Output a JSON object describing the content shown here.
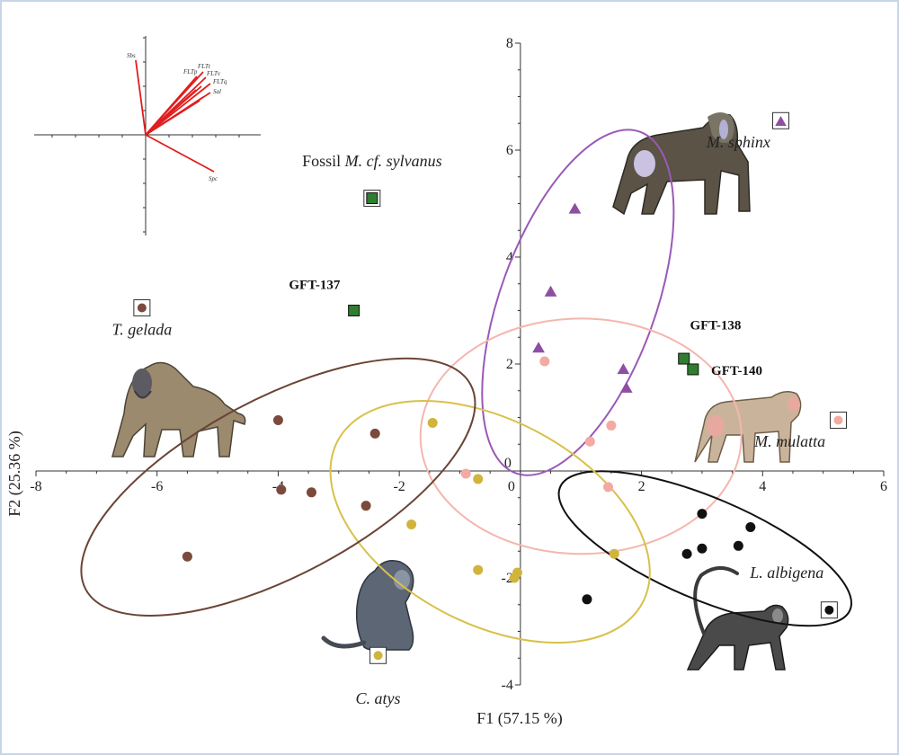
{
  "chart_data": {
    "type": "scatter",
    "title": "",
    "xlabel": "F1 (57.15 %)",
    "ylabel": "F2 (25.36 %)",
    "xlim": [
      -8,
      6
    ],
    "ylim": [
      -4,
      8
    ],
    "xticks": [
      -8,
      -6,
      -4,
      -2,
      0,
      2,
      4,
      6
    ],
    "yticks": [
      -4,
      -2,
      0,
      2,
      4,
      6,
      8
    ],
    "grid": false,
    "series": [
      {
        "name": "M. sphinx",
        "marker": "triangle",
        "color": "#8e4fa3",
        "ellipse_color": "#9b59b6",
        "points": [
          [
            0.9,
            4.9
          ],
          [
            0.5,
            3.35
          ],
          [
            0.3,
            2.3
          ],
          [
            1.7,
            1.9
          ],
          [
            1.75,
            1.55
          ]
        ],
        "ellipse": {
          "cx": 0.95,
          "cy": 3.15,
          "rx": 3.0,
          "ry": 1.45,
          "angle_deg": 70
        }
      },
      {
        "name": "M. mulatta",
        "marker": "circle",
        "color": "#f2aaa2",
        "ellipse_color": "#f4b6ae",
        "points": [
          [
            0.4,
            2.05
          ],
          [
            1.5,
            0.85
          ],
          [
            1.15,
            0.55
          ],
          [
            -0.9,
            -0.05
          ],
          [
            1.45,
            -0.3
          ]
        ],
        "ellipse": {
          "cx": 1.0,
          "cy": 0.65,
          "rx": 2.65,
          "ry": 2.2,
          "angle_deg": 0
        }
      },
      {
        "name": "L. albigena",
        "marker": "circle",
        "color": "#111111",
        "ellipse_color": "#111111",
        "points": [
          [
            3.0,
            -0.8
          ],
          [
            3.8,
            -1.05
          ],
          [
            2.75,
            -1.55
          ],
          [
            3.0,
            -1.45
          ],
          [
            3.6,
            -1.4
          ],
          [
            1.1,
            -2.4
          ]
        ],
        "ellipse": {
          "cx": 3.05,
          "cy": -1.45,
          "rx": 2.6,
          "ry": 0.95,
          "angle_deg": -23
        }
      },
      {
        "name": "C. atys",
        "marker": "circle",
        "color": "#d1b43c",
        "ellipse_color": "#d9c04a",
        "points": [
          [
            -1.45,
            0.9
          ],
          [
            -0.7,
            -0.15
          ],
          [
            -1.8,
            -1.0
          ],
          [
            -0.7,
            -1.85
          ],
          [
            -0.05,
            -1.9
          ],
          [
            -0.1,
            -2.0
          ],
          [
            1.55,
            -1.55
          ]
        ],
        "ellipse": {
          "cx": -0.5,
          "cy": -0.95,
          "rx": 2.85,
          "ry": 1.9,
          "angle_deg": -28
        }
      },
      {
        "name": "T. gelada",
        "marker": "circle",
        "color": "#7b4a3d",
        "ellipse_color": "#6b4436",
        "points": [
          [
            -4.0,
            0.95
          ],
          [
            -2.4,
            0.7
          ],
          [
            -3.95,
            -0.35
          ],
          [
            -3.45,
            -0.4
          ],
          [
            -2.55,
            -0.65
          ],
          [
            -5.5,
            -1.6
          ]
        ],
        "ellipse": {
          "cx": -4.0,
          "cy": -0.3,
          "rx": 3.6,
          "ry": 1.65,
          "angle_deg": 28
        }
      }
    ],
    "legend": [
      {
        "label": "M. sphinx",
        "marker": "triangle",
        "color": "#8e4fa3",
        "x": 4.3,
        "y": 6.55,
        "text_dx": -0.7,
        "text_dy": -0.5
      },
      {
        "label": "M. mulatta",
        "marker": "circle",
        "color": "#f2aaa2",
        "x": 5.25,
        "y": 0.95,
        "text_dx": -0.8,
        "text_dy": -0.5
      },
      {
        "label": "L. albigena",
        "marker": "circle",
        "color": "#111111",
        "x": 5.1,
        "y": -2.6,
        "text_dx": -0.7,
        "text_dy": 0.6
      },
      {
        "label": "C. atys",
        "marker": "circle",
        "color": "#d1b43c",
        "x": -2.35,
        "y": -3.45,
        "text_dx": 0.0,
        "text_dy": -0.9
      },
      {
        "label": "T. gelada",
        "marker": "circle",
        "color": "#7b4a3d",
        "x": -6.25,
        "y": 3.05,
        "text_dx": 0.0,
        "text_dy": -0.5
      }
    ],
    "fossils": [
      {
        "label": "Fossil",
        "label_italic": "M. cf. sylvanus",
        "color": "#2f7d2f",
        "x": -2.45,
        "y": 5.1,
        "boxed": true,
        "text_dx": 0.0,
        "text_dy": 0.6
      },
      {
        "label": "GFT-137",
        "color": "#2f7d2f",
        "x": -2.75,
        "y": 3.0,
        "boxed": false,
        "text_dx": -0.65,
        "text_dy": 0.4
      },
      {
        "label": "GFT-138",
        "color": "#2f7d2f",
        "x": 2.7,
        "y": 2.1,
        "boxed": false,
        "text_dx": 0.1,
        "text_dy": 0.55
      },
      {
        "label": "GFT-140",
        "color": "#2f7d2f",
        "x": 2.85,
        "y": 1.9,
        "boxed": false,
        "text_dx": 0.3,
        "text_dy": -0.1
      }
    ],
    "inset_biplot": {
      "vector_color": "#e01e1e",
      "vector_labels": [
        "Sbs",
        "FLTt",
        "FLTp",
        "FLTv",
        "FLTq",
        "Sal",
        "Spc"
      ]
    }
  },
  "illustrations": [
    {
      "name": "mandrill",
      "caption": ""
    },
    {
      "name": "gelada",
      "caption": ""
    },
    {
      "name": "macaque",
      "caption": ""
    },
    {
      "name": "sooty-mangabey",
      "caption": ""
    },
    {
      "name": "grey-cheeked-mangabey",
      "caption": ""
    }
  ]
}
